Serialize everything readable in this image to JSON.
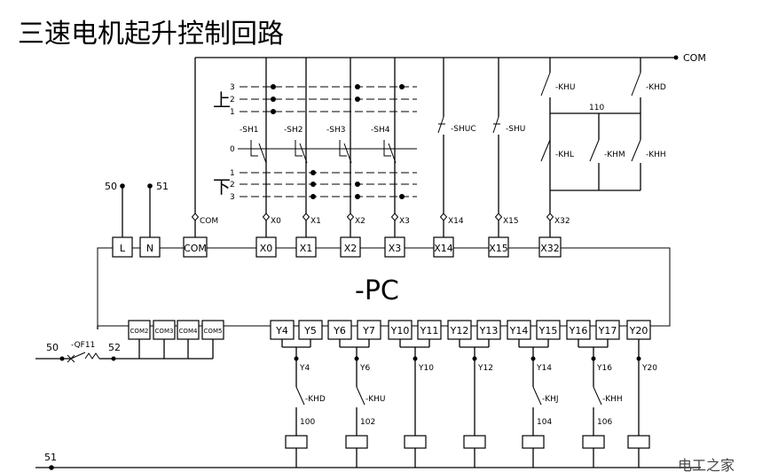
{
  "title": "三速电机起升控制回路",
  "plc_label": "-PC",
  "com_label": "COM",
  "watermark": "电工之家",
  "input_terminals": [
    "L",
    "N",
    "COM",
    "X0",
    "X1",
    "X2",
    "X3",
    "X14",
    "X15",
    "X32"
  ],
  "input_wire_labels": [
    "COM",
    "X0",
    "X1",
    "X2",
    "X3",
    "X14",
    "X15",
    "X32"
  ],
  "output_terminals": [
    "Y4",
    "Y5",
    "Y6",
    "Y7",
    "Y10",
    "Y11",
    "Y12",
    "Y13",
    "Y14",
    "Y15",
    "Y16",
    "Y17",
    "Y20"
  ],
  "com_terminals": [
    "COM2",
    "COM3",
    "COM4",
    "COM5"
  ],
  "output_wire_labels": [
    "Y4",
    "Y6",
    "Y10",
    "Y12",
    "Y14",
    "Y16",
    "Y20"
  ],
  "output_contacts": [
    "-KHD",
    "-KHU",
    "-KHJ",
    "-KHH"
  ],
  "coil_numbers": [
    "100",
    "102",
    "104",
    "106"
  ],
  "master_switches": [
    "-SH1",
    "-SH2",
    "-SH3",
    "-SH4"
  ],
  "up_label": "上",
  "down_label": "下",
  "positions_up": [
    "3",
    "2",
    "1"
  ],
  "positions_down": [
    "1",
    "2",
    "3"
  ],
  "zero_label": "0",
  "limit_switches": [
    "-SHUC",
    "-SHU"
  ],
  "relay_contacts_top": [
    "-KHU",
    "-KHD"
  ],
  "relay_contacts_bottom": [
    "-KHL",
    "-KHM",
    "-KHH"
  ],
  "node_110": "110",
  "wire_50": "50",
  "wire_51": "51",
  "wire_52": "52",
  "breaker_label": "-QF11"
}
